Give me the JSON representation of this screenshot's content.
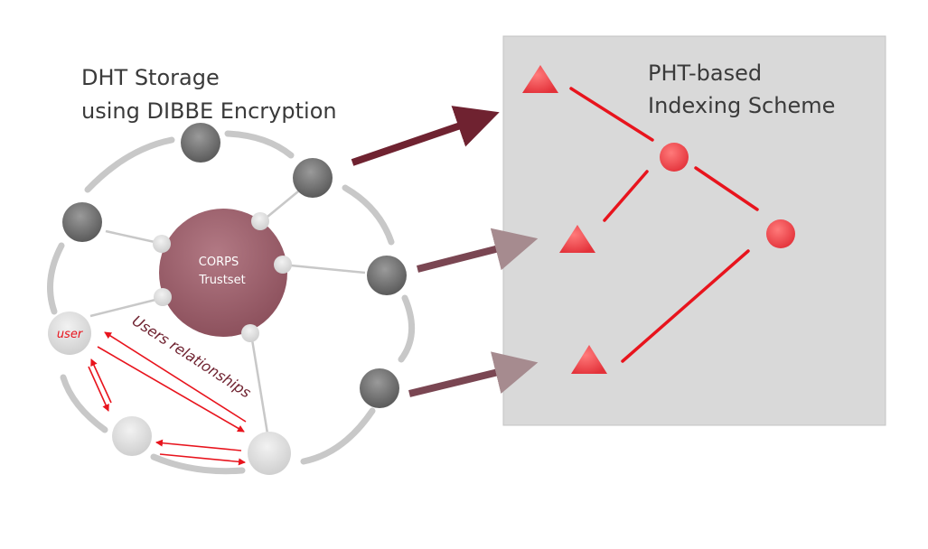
{
  "left_title": {
    "line1": "DHT Storage",
    "line2": "using DIBBE Encryption"
  },
  "right_title": {
    "line1": "PHT-based",
    "line2": "Indexing Scheme"
  },
  "trustset": {
    "line1": "CORPS",
    "line2": "Trustset"
  },
  "user_label": "user",
  "relationships_label": "Users relationships",
  "colors": {
    "ring": "#c8c8c8",
    "storage_node": "#6e6e6e",
    "trust_node": "#9c5f6b",
    "panel": "#d9d9d9",
    "index_shape": "#f04a4f",
    "arrow_dark": "#6f2230",
    "arrow_light": "#a68b8f",
    "relation": "#e8141d",
    "text": "#3a3a3a"
  }
}
